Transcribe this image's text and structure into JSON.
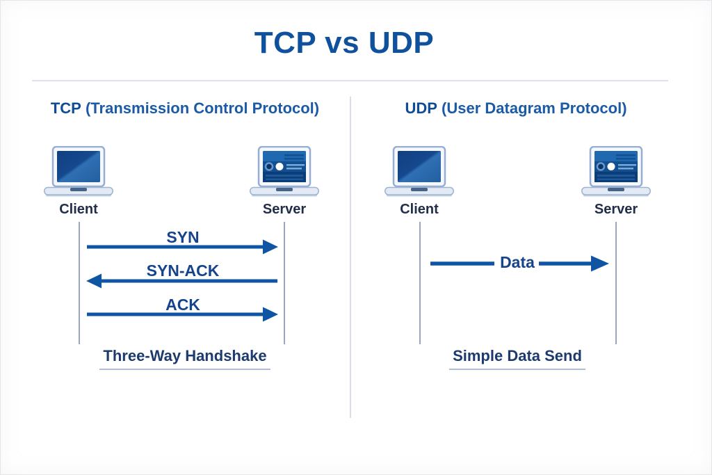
{
  "title": "TCP vs UDP",
  "colors": {
    "title_blue": "#10519e",
    "heading_abbr_blue": "#0e4c97",
    "heading_full_blue": "#1a5aa6",
    "arrow_blue": "#0f55a4",
    "message_label_blue": "#16448c",
    "caption_navy": "#1d3a6e",
    "node_label_navy": "#222d49",
    "divider_grey": "#dde2ec",
    "lifeline_grey": "#98a6c0"
  },
  "panels": [
    {
      "name": "tcp",
      "heading_abbr": "TCP",
      "heading_full": "(Transmission Control Protocol)",
      "nodes": [
        {
          "label": "Client",
          "icon": "laptop-client-icon"
        },
        {
          "label": "Server",
          "icon": "laptop-server-icon"
        }
      ],
      "messages": [
        {
          "label": "SYN",
          "direction": "client-to-server"
        },
        {
          "label": "SYN-ACK",
          "direction": "server-to-client"
        },
        {
          "label": "ACK",
          "direction": "client-to-server"
        }
      ],
      "caption": "Three-Way Handshake"
    },
    {
      "name": "udp",
      "heading_abbr": "UDP",
      "heading_full": "(User Datagram Protocol)",
      "nodes": [
        {
          "label": "Client",
          "icon": "laptop-client-icon"
        },
        {
          "label": "Server",
          "icon": "laptop-server-icon"
        }
      ],
      "messages": [
        {
          "label": "Data",
          "direction": "client-to-server"
        }
      ],
      "caption": "Simple Data Send"
    }
  ]
}
